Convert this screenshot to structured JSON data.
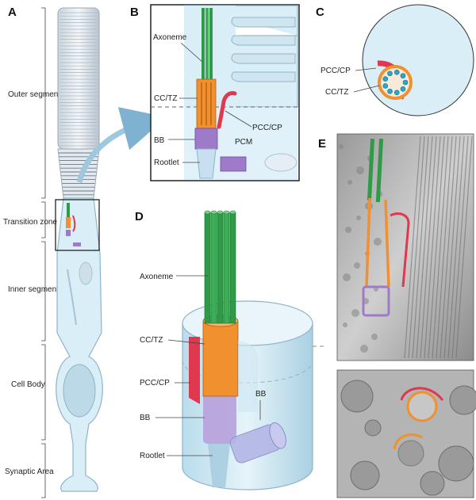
{
  "panels": {
    "a": "A",
    "b": "B",
    "c": "C",
    "d": "D",
    "e": "E"
  },
  "panel_a": {
    "regions": [
      "Outer segment",
      "Transition zone",
      "Inner segment",
      "Cell Body",
      "Synaptic Area"
    ]
  },
  "panel_b": {
    "axoneme": "Axoneme",
    "cc_tz": "CC/TZ",
    "pcc_cp": "PCC/CP",
    "bb": "BB",
    "pcm": "PCM",
    "rootlet": "Rootlet"
  },
  "panel_c": {
    "pcc_cp": "PCC/CP",
    "cc_tz": "CC/TZ"
  },
  "panel_d": {
    "axoneme": "Axoneme",
    "cc_tz": "CC/TZ",
    "pcc_cp": "PCC/CP",
    "bb": "BB",
    "bb2": "BB",
    "rootlet": "Rootlet"
  },
  "colors": {
    "axoneme": "#2f9a48",
    "cc_tz": "#f0902e",
    "pcc_cp": "#e0384e",
    "bb": "#9e7bc9",
    "membrane": "#d9eef7"
  }
}
